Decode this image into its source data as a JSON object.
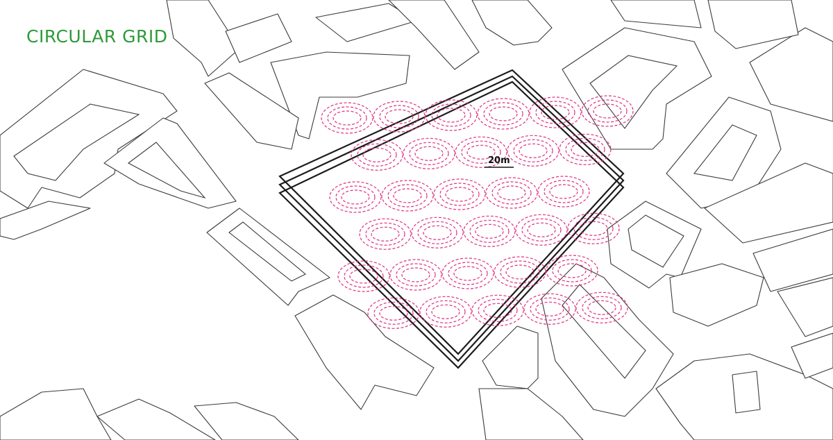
{
  "title": "CIRCULAR GRID",
  "scale_label": "20m",
  "colors": {
    "title": "#2e9a3a",
    "circles": "#e0307f",
    "lines": "#3a3a3a",
    "slab": "#1b1b1b"
  },
  "circular_grid": {
    "rows": 6,
    "cols": 6,
    "rings_per_cell": 3
  }
}
